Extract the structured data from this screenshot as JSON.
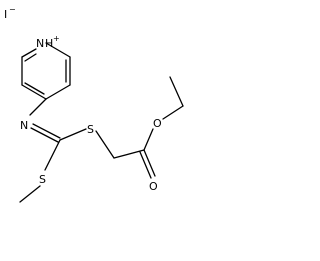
{
  "molecule": {
    "counter_ion": {
      "symbol": "I",
      "charge": "−"
    },
    "ring_nitrogen": {
      "symbol": "N",
      "superscript": "H",
      "charge": "+"
    },
    "imine_nitrogen": "N",
    "thioether_sulfur_1": "S",
    "thioether_sulfur_2": "S",
    "ester_oxygen": "O",
    "carbonyl_oxygen": "O"
  },
  "colors": {
    "bond": "#000000",
    "label": "#000000",
    "background": "#ffffff"
  }
}
